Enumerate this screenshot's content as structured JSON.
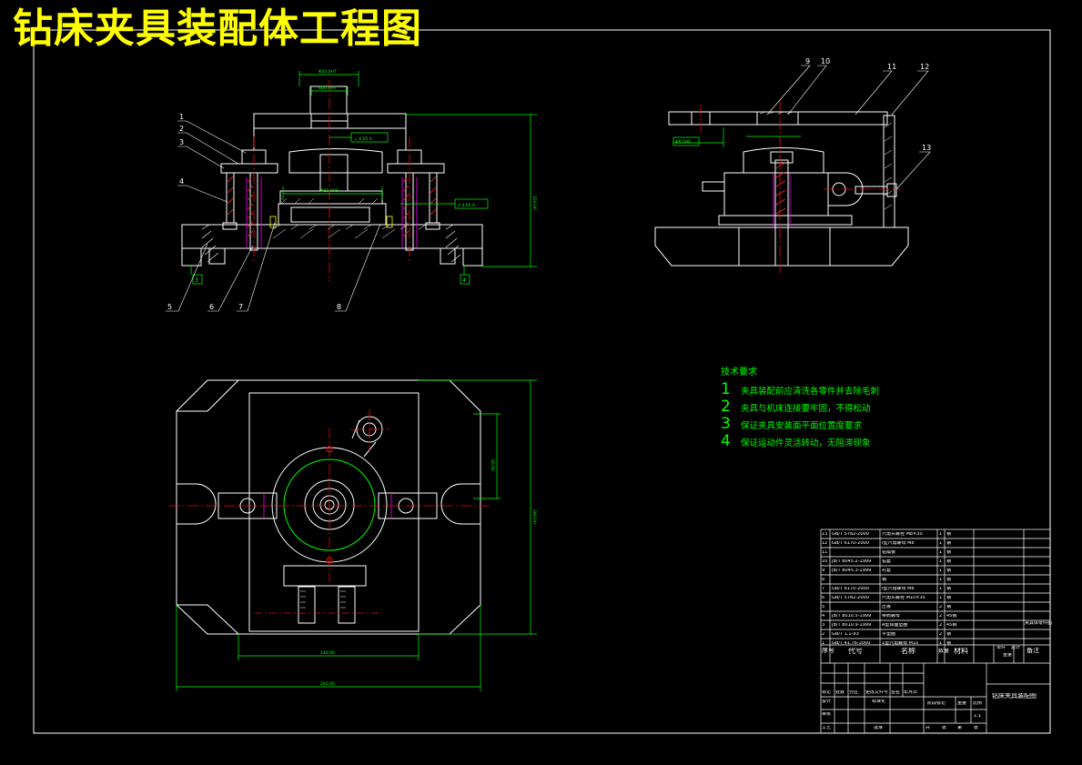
{
  "title": "钻床夹具装配体工程图",
  "colors": {
    "background": "#000000",
    "title": "#ffff00",
    "outline": "#ffffff",
    "dimension": "#00ff00",
    "centerline": "#ff0000",
    "hidden": "#ff00ff",
    "requirements": "#00ff00"
  },
  "balloons": {
    "front": [
      "1",
      "2",
      "3",
      "4",
      "5",
      "6",
      "7",
      "8"
    ],
    "side": [
      "9",
      "10",
      "11",
      "12",
      "13"
    ]
  },
  "datum_labels": [
    "3",
    "4"
  ],
  "tech_requirements": {
    "heading": "技术要求",
    "items": [
      {
        "num": "1",
        "text": "夹具装配前应清洗各零件并去除毛刺"
      },
      {
        "num": "2",
        "text": "夹具与机床连接要牢固，不得松动"
      },
      {
        "num": "3",
        "text": "保证夹具安装面平面位置度要求"
      },
      {
        "num": "4",
        "text": "保证运动件灵活转动，无阻滞现象"
      }
    ]
  },
  "bom": {
    "rows": [
      {
        "no": "13",
        "code": "GB/T 5782-2000",
        "name": "六角头螺栓 M8×30",
        "qty": "1",
        "mat": "钢"
      },
      {
        "no": "12",
        "code": "GB/T 6170-2000",
        "name": "I型六角螺母 M8",
        "qty": "1",
        "mat": "钢"
      },
      {
        "no": "11",
        "code": "",
        "name": "钻模板",
        "qty": "1",
        "mat": "钢"
      },
      {
        "no": "10",
        "code": "JB/T 8045.2-1999",
        "name": "钻套",
        "qty": "1",
        "mat": "钢"
      },
      {
        "no": "9",
        "code": "JB/T 8045.3-1999",
        "name": "衬套",
        "qty": "1",
        "mat": "钢"
      },
      {
        "no": "8",
        "code": "",
        "name": "销",
        "qty": "1",
        "mat": "钢"
      },
      {
        "no": "7",
        "code": "GB/T 6170-2000",
        "name": "I型六角螺母 M8",
        "qty": "1",
        "mat": "钢"
      },
      {
        "no": "6",
        "code": "GB/T 5782-2000",
        "name": "六角头螺栓 M10×35",
        "qty": "1",
        "mat": "钢"
      },
      {
        "no": "5",
        "code": "",
        "name": "压板",
        "qty": "2",
        "mat": "钢"
      },
      {
        "no": "4",
        "code": "JB/T 8010.5-1999",
        "name": "带肩螺母",
        "qty": "2",
        "mat": "45钢"
      },
      {
        "no": "3",
        "code": "JB/T 8010.9-1999",
        "name": "A型球面垫圈",
        "qty": "2",
        "mat": "45钢"
      },
      {
        "no": "2",
        "code": "GB/T 1.1-93",
        "name": "平垫圈",
        "qty": "2",
        "mat": "钢"
      },
      {
        "no": "1",
        "code": "GB/T 41.76-2000",
        "name": "1型六角螺母 M10",
        "qty": "1",
        "mat": "钢"
      }
    ],
    "header": {
      "no": "序号",
      "code": "代号",
      "name": "名称",
      "qty": "数量",
      "mat": "材料",
      "single": "单件",
      "total": "总计",
      "weight": "重量",
      "remark": "备注"
    },
    "remark_text": "夹具体零件图",
    "drawing_name": "钻床夹具装配图",
    "labels": {
      "mark": "标记",
      "count": "处数",
      "zone": "分区",
      "doc": "更改文件号",
      "sign": "签名",
      "date": "年月日",
      "design": "设计",
      "std": "标准化",
      "check": "审核",
      "process": "工艺",
      "approve": "批准",
      "stage": "阶段标记",
      "weight": "重量",
      "scale": "比例",
      "scale_val": "1:1",
      "sheets": "共",
      "sheet_unit": "张",
      "page": "第",
      "page_unit": "张"
    }
  }
}
